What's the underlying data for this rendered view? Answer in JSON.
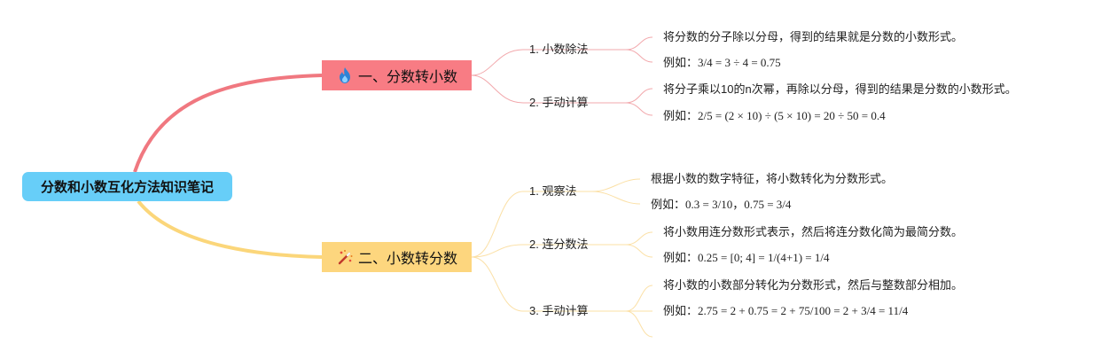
{
  "root": {
    "label": "分数和小数互化方法知识笔记"
  },
  "branches": [
    {
      "label": "一、分数转小数",
      "icon": "fire-icon",
      "color": "#f87c84",
      "children": [
        {
          "label": "1. 小数除法",
          "leaves": [
            {
              "text": "将分数的分子除以分母，得到的结果就是分数的小数形式。"
            },
            {
              "prefix": "例如：",
              "formula": "3/4 = 3 ÷ 4 = 0.75"
            }
          ]
        },
        {
          "label": "2. 手动计算",
          "leaves": [
            {
              "text": "将分子乘以10的n次幂，再除以分母，得到的结果是分数的小数形式。"
            },
            {
              "prefix": "例如：",
              "formula": "2/5 = (2 × 10) ÷ (5 × 10) = 20 ÷ 50 = 0.4"
            }
          ]
        }
      ]
    },
    {
      "label": "二、小数转分数",
      "icon": "magic-wand-icon",
      "color": "#fdd67e",
      "children": [
        {
          "label": "1. 观察法",
          "leaves": [
            {
              "text": "根据小数的数字特征，将小数转化为分数形式。"
            },
            {
              "prefix": "例如：",
              "formula": "0.3 = 3/10，0.75 = 3/4"
            }
          ]
        },
        {
          "label": "2. 连分数法",
          "leaves": [
            {
              "text": "将小数用连分数形式表示，然后将连分数化简为最简分数。"
            },
            {
              "prefix": "例如：",
              "formula": "0.25 = [0; 4] = 1/(4+1) = 1/4"
            }
          ]
        },
        {
          "label": "3. 手动计算",
          "leaves": [
            {
              "text": "将小数的小数部分转化为分数形式，然后与整数部分相加。"
            },
            {
              "prefix": "例如：",
              "formula": "2.75 = 2 + 0.75 = 2 + 75/100 = 2 + 3/4 = 11/4"
            }
          ]
        }
      ]
    }
  ]
}
